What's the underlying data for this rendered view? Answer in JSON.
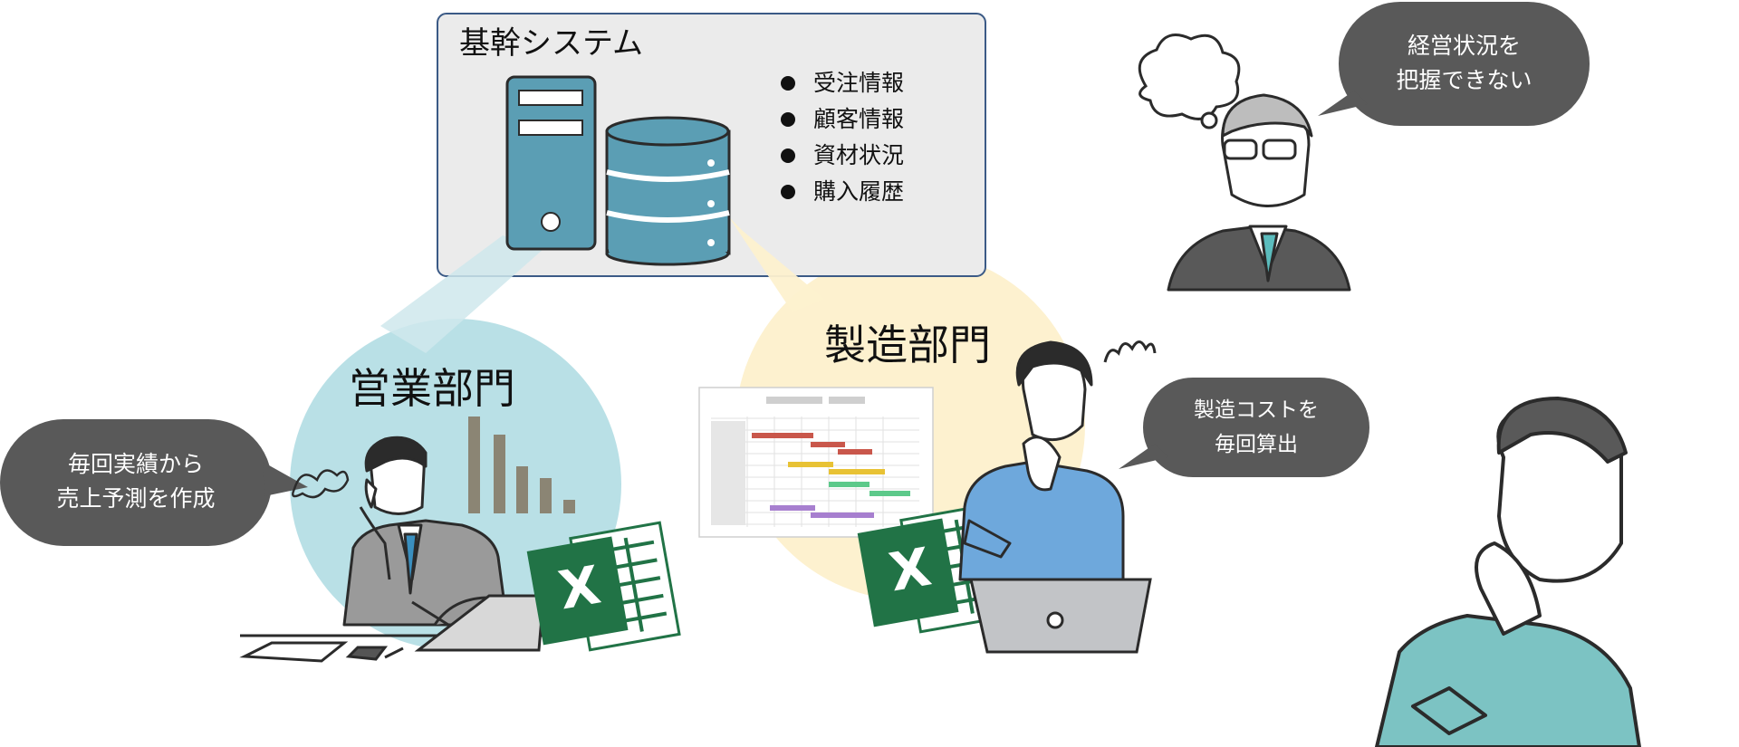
{
  "system": {
    "title": "基幹システム",
    "items": [
      "受注情報",
      "顧客情報",
      "資材状況",
      "購入履歴"
    ]
  },
  "sales": {
    "title": "営業部門",
    "bubble_line1": "毎回実績から",
    "bubble_line2": "売上予測を作成"
  },
  "manufacturing": {
    "title": "製造部門",
    "bubble_line1": "製造コストを",
    "bubble_line2": "毎回算出"
  },
  "executive": {
    "bubble_line1": "経営状況を",
    "bubble_line2": "把握できない"
  },
  "excel_glyph": "X",
  "colors": {
    "system_panel": "#ebebeb",
    "system_border": "#3b5a86",
    "server_blue": "#5b9eb4",
    "sales_circle": "#b9e0e6",
    "manufacturing_circle": "#fdf1cf",
    "bubble_dark": "#595959",
    "excel_green": "#217346"
  }
}
